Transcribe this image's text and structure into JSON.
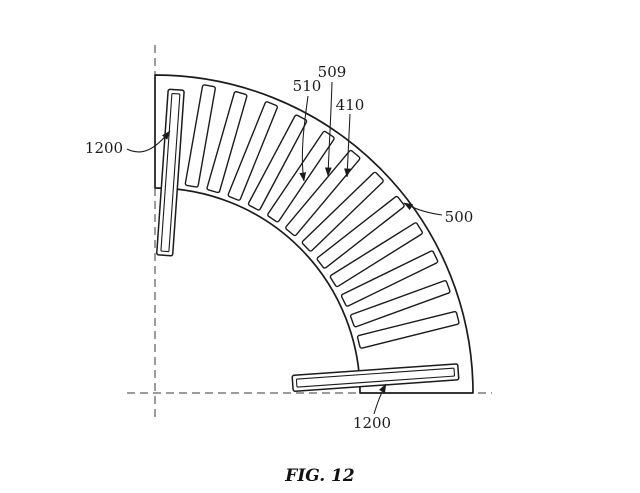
{
  "page": {
    "background_color": "#ffffff",
    "line_color": "#1b1b1b"
  },
  "figure": {
    "caption": "FIG. 12",
    "labels": {
      "ref_1200_top": "1200",
      "ref_510": "510",
      "ref_509": "509",
      "ref_410": "410",
      "ref_500": "500",
      "ref_1200_bottom": "1200"
    }
  }
}
